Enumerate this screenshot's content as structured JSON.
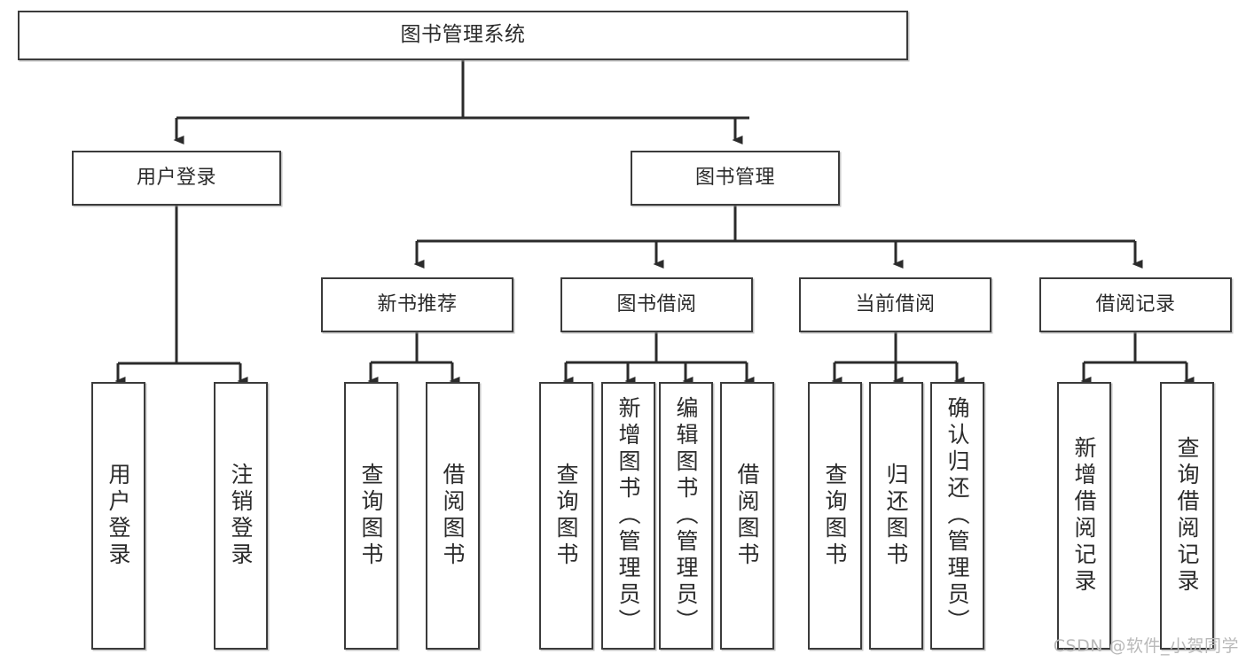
{
  "diagram": {
    "type": "hierarchy-tree",
    "title": "图书管理系统",
    "watermark": "CSDN @软件_小贺同学",
    "colors": {
      "box_border": "#3b3b3b",
      "box_fill": "#ffffff",
      "connector": "#2b2b2b",
      "text": "#2b2b2b",
      "watermark": "#b9b9b9"
    },
    "nodes": {
      "root": {
        "label": "图书管理系统"
      },
      "level2": [
        {
          "id": "user-login",
          "label": "用户登录"
        },
        {
          "id": "book-manage",
          "label": "图书管理"
        }
      ],
      "level3": [
        {
          "id": "new-book-recommend",
          "label": "新书推荐"
        },
        {
          "id": "book-borrow",
          "label": "图书借阅"
        },
        {
          "id": "current-borrow",
          "label": "当前借阅"
        },
        {
          "id": "borrow-record",
          "label": "借阅记录"
        }
      ],
      "leaves": {
        "user-login": [
          {
            "id": "leaf-user-login",
            "label": "用户登录"
          },
          {
            "id": "leaf-logout",
            "label": "注销登录"
          }
        ],
        "new-book-recommend": [
          {
            "id": "leaf-query-book-1",
            "label": "查询图书"
          },
          {
            "id": "leaf-borrow-book-1",
            "label": "借阅图书"
          }
        ],
        "book-borrow": [
          {
            "id": "leaf-query-book-2",
            "label": "查询图书"
          },
          {
            "id": "leaf-add-book",
            "label": "新增图书（管理员）"
          },
          {
            "id": "leaf-edit-book",
            "label": "编辑图书（管理员）"
          },
          {
            "id": "leaf-borrow-book-2",
            "label": "借阅图书"
          }
        ],
        "current-borrow": [
          {
            "id": "leaf-query-book-3",
            "label": "查询图书"
          },
          {
            "id": "leaf-return-book",
            "label": "归还图书"
          },
          {
            "id": "leaf-confirm-return",
            "label": "确认归还（管理员）"
          }
        ],
        "borrow-record": [
          {
            "id": "leaf-add-record",
            "label": "新增借阅记录"
          },
          {
            "id": "leaf-query-record",
            "label": "查询借阅记录"
          }
        ]
      }
    }
  }
}
